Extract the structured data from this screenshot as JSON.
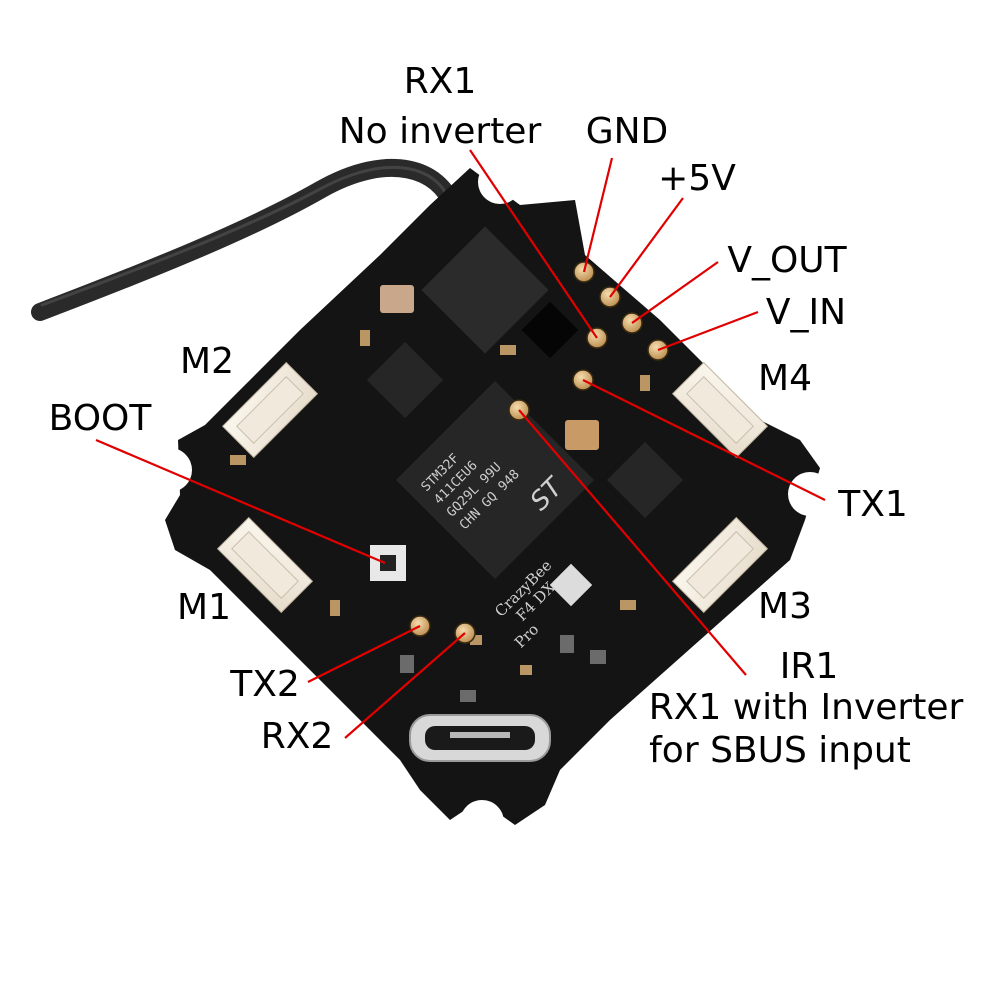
{
  "labels": {
    "rx1_line1": "RX1",
    "rx1_line2": "No inverter",
    "gnd": "GND",
    "plus5v": "+5V",
    "v_out": "V_OUT",
    "v_in": "V_IN",
    "m2": "M2",
    "m4": "M4",
    "boot": "BOOT",
    "tx1": "TX1",
    "m1": "M1",
    "m3": "M3",
    "ir1": "IR1",
    "rx1_inv_line1": "RX1 with Inverter",
    "rx1_inv_line2": "for SBUS input",
    "tx2": "TX2",
    "rx2": "RX2"
  },
  "board": {
    "mcu_line1": "STM32F",
    "mcu_line2": "411CEU6",
    "mcu_line3": "GQ29L 99U",
    "mcu_line4": "CHN GQ 948",
    "silk_line1": "CrazyBee",
    "silk_line2": "F4 DX",
    "silk_line3": "Pro"
  },
  "colors": {
    "pointer": "#e00000",
    "board": "#151515",
    "pad": "#d9b27a"
  }
}
